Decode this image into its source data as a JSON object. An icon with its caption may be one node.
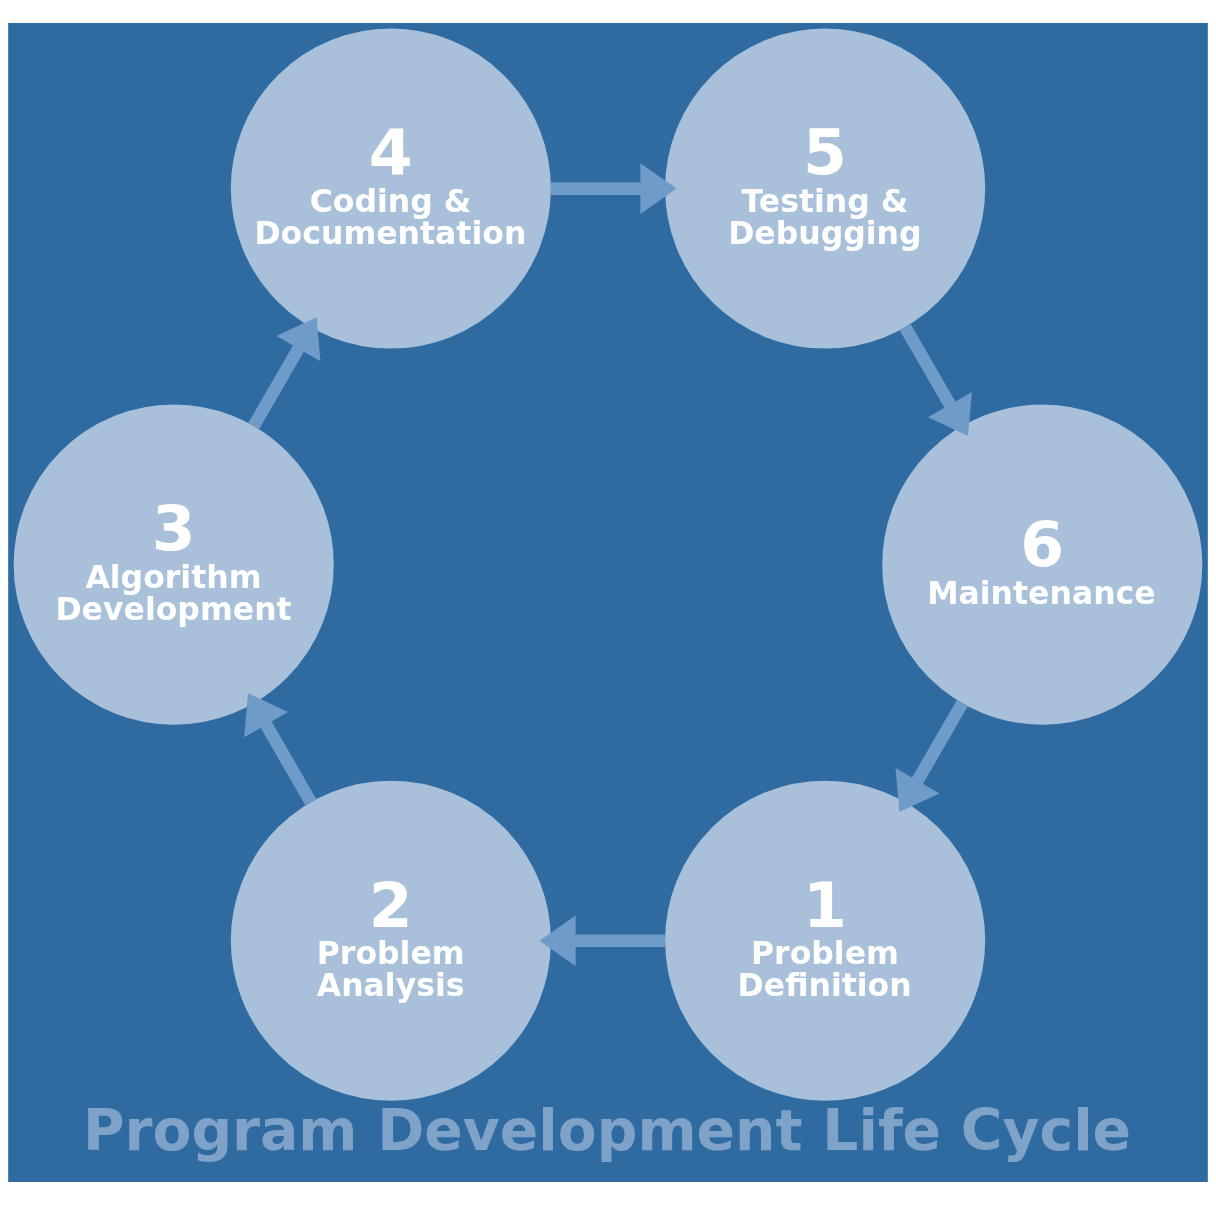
{
  "diagram": {
    "title": "Program Development Life Cycle",
    "nodes": [
      {
        "text": [
          "1",
          "Problem Definition"
        ]
      },
      {
        "text": [
          "2",
          "Problem Analysis"
        ]
      },
      {
        "text": [
          "3",
          "Algorithm Development"
        ]
      },
      {
        "text": [
          "4",
          "Coding & Documentation"
        ]
      },
      {
        "text": [
          "5",
          "Testing & Debugging"
        ]
      },
      {
        "text": [
          "6",
          "Maintenance"
        ]
      }
    ],
    "edges": [
      {
        "from": 0,
        "to": 1,
        "arrow": "to"
      },
      {
        "from": 1,
        "to": 2,
        "arrow": "to"
      },
      {
        "from": 2,
        "to": 3,
        "arrow": "to"
      },
      {
        "from": 3,
        "to": 4,
        "arrow": "to"
      },
      {
        "from": 4,
        "to": 5,
        "arrow": "to"
      },
      {
        "from": 5,
        "to": 0,
        "arrow": "to"
      }
    ]
  }
}
